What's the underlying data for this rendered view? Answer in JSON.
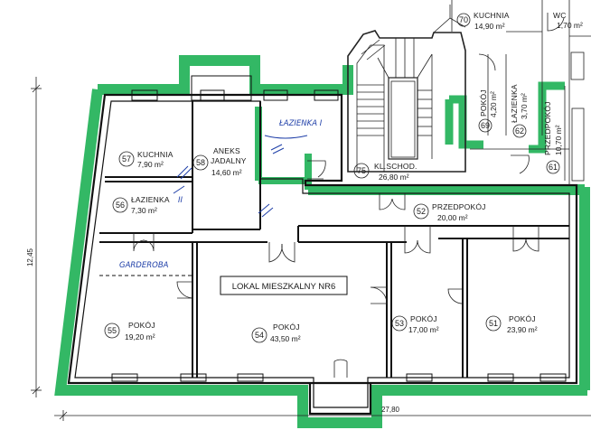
{
  "plan_title": "LOKAL MIESZKALNY NR6",
  "outline_color": "#33b865",
  "handwriting_color": "#1f3fa8",
  "rooms": [
    {
      "id": "kuchnia",
      "number": "57",
      "name": "KUCHNIA",
      "area": "7,90 m²"
    },
    {
      "id": "aneks",
      "number": "58",
      "name_line1": "ANEKS",
      "name_line2": "JADALNY",
      "area": "14,60 m²"
    },
    {
      "id": "lazienka-ii",
      "number": "56",
      "name": "ŁAZIENKA",
      "suffix": "II",
      "area": "7,30 m²"
    },
    {
      "id": "lazienka-i",
      "name": "ŁAZIENKA I"
    },
    {
      "id": "klatka",
      "number": "75",
      "name": "KL.SCHOD.",
      "area": "26,80 m²"
    },
    {
      "id": "przedpokoj",
      "number": "52",
      "name": "PRZEDPOKÓJ",
      "area": "20,00 m²"
    },
    {
      "id": "garderoba",
      "name": "GARDEROBA"
    },
    {
      "id": "pokoj-55",
      "number": "55",
      "name": "POKÓJ",
      "area": "19,20 m²"
    },
    {
      "id": "pokoj-54",
      "number": "54",
      "name": "POKÓJ",
      "area": "43,50 m²"
    },
    {
      "id": "pokoj-53",
      "number": "53",
      "name": "POKÓJ",
      "area": "17,00 m²"
    },
    {
      "id": "pokoj-51",
      "number": "51",
      "name": "POKÓJ",
      "area": "23,90 m²"
    }
  ],
  "neighbours": [
    {
      "id": "kuchnia-70",
      "number": "70",
      "name": "KUCHNIA",
      "area": "14,90 m²"
    },
    {
      "id": "wc",
      "name": "WC",
      "area": "1,70 m²"
    },
    {
      "id": "pokoj-69",
      "number": "69",
      "name": "POKÓJ",
      "area": "4,20 m²"
    },
    {
      "id": "lazienka-62",
      "number": "62",
      "name": "ŁAZIENKA",
      "area": "3,70 m²"
    },
    {
      "id": "przedpokoj-61",
      "number": "61",
      "name": "PRZEDPOKÓJ",
      "area": "10,70 m²"
    }
  ],
  "dimensions": {
    "height": "12,45",
    "width": "27,80"
  }
}
